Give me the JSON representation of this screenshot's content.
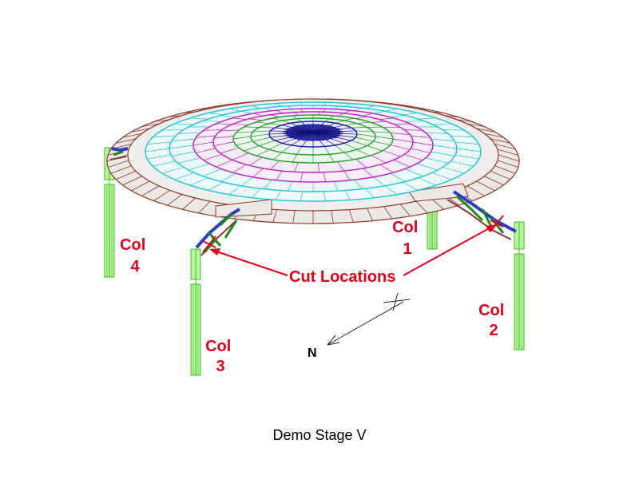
{
  "colors": {
    "annotation": "#e3001b",
    "column_fill": "#b8f5a0",
    "column_stroke": "#3fbf1f",
    "rim_brown": "#8b3a2a",
    "ring_cyan": "#19c7d6",
    "ring_magenta": "#c21cc8",
    "ring_green": "#1fa02a",
    "ring_blue": "#1a1aa8",
    "truss_blue": "#2a3cc8",
    "truss_green": "#1a8a1a",
    "compass": "#222222"
  },
  "labels": {
    "col1": [
      "Col",
      "1"
    ],
    "col2": [
      "Col",
      "2"
    ],
    "col3": [
      "Col",
      "3"
    ],
    "col4": [
      "Col",
      "4"
    ],
    "cut_locations": "Cut Locations",
    "north": "N",
    "caption": "Demo Stage V"
  },
  "icons": {
    "compass": "north-arrow-icon"
  }
}
